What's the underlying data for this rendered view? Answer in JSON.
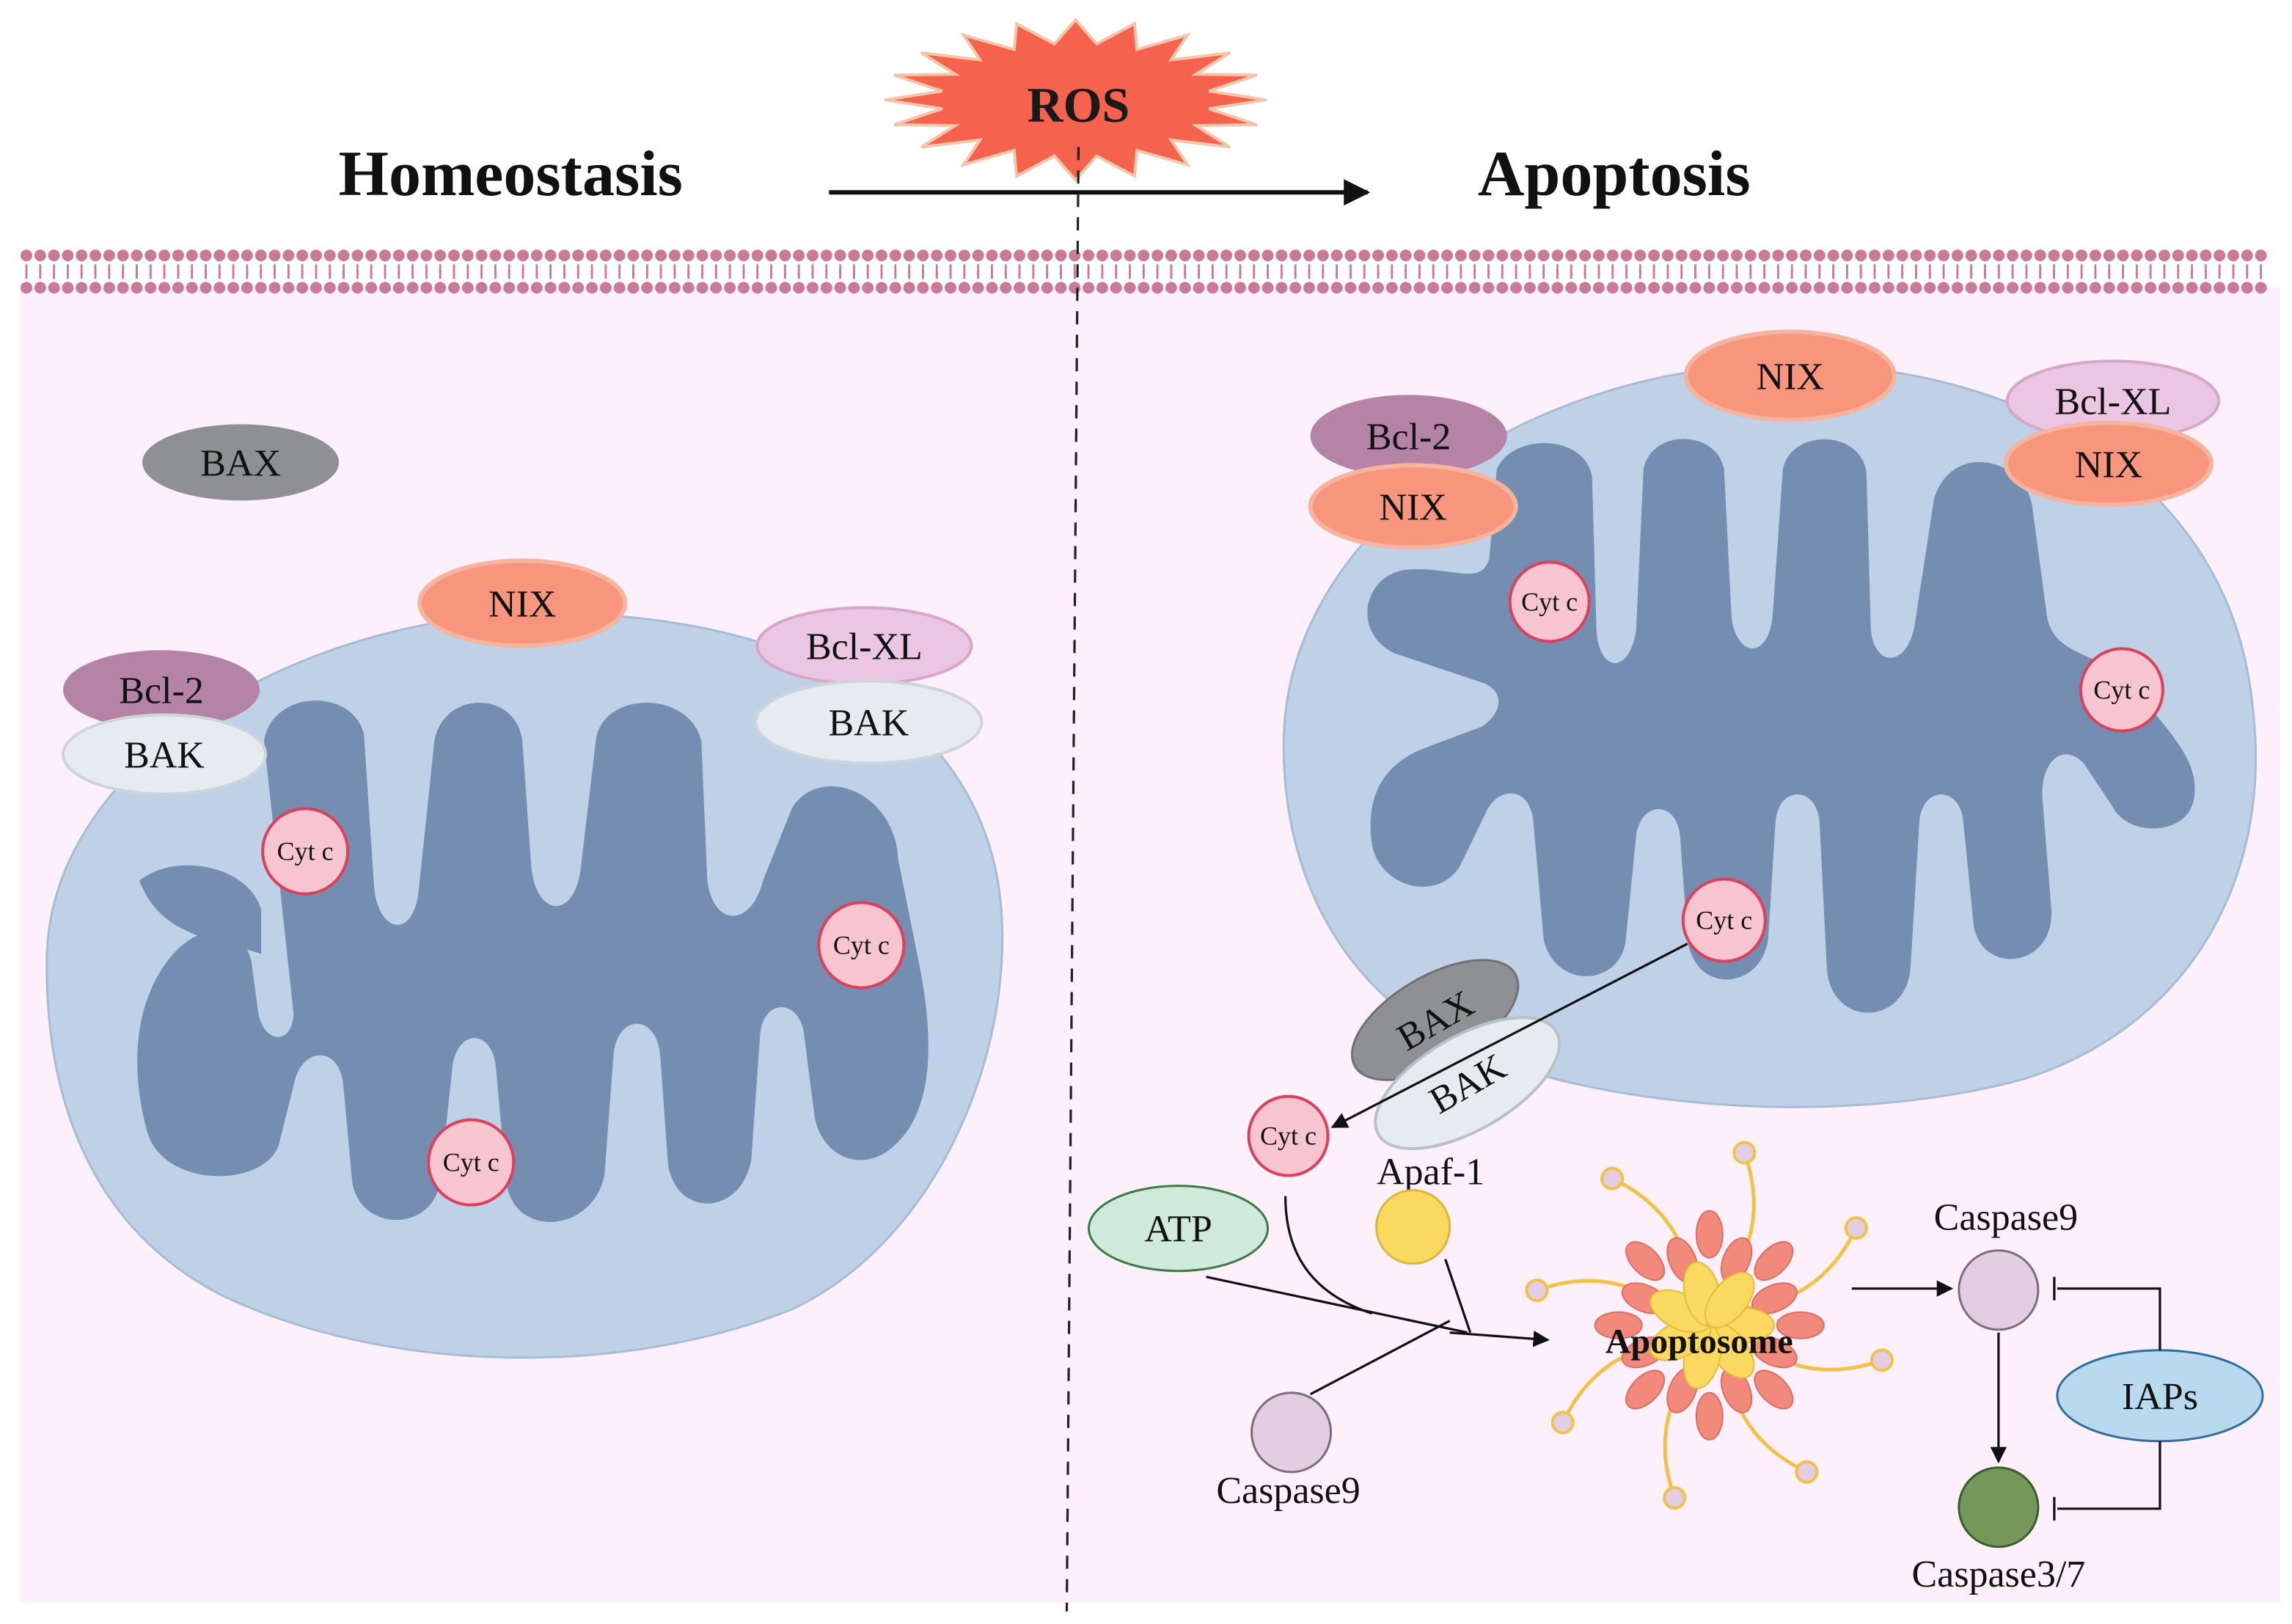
{
  "header": {
    "left_title": "Homeostasis",
    "right_title": "Apoptosis",
    "trigger": "ROS"
  },
  "homeostasis": {
    "bax": "BAX",
    "nix": "NIX",
    "bcl2": "Bcl-2",
    "bak_left": "BAK",
    "bclxl": "Bcl-XL",
    "bak_right": "BAK",
    "cytc": [
      "Cyt c",
      "Cyt c",
      "Cyt c"
    ]
  },
  "apoptosis": {
    "nix_top": "NIX",
    "bcl2": "Bcl-2",
    "nix_left": "NIX",
    "bclxl": "Bcl-XL",
    "nix_right": "NIX",
    "cytc": [
      "Cyt c",
      "Cyt c",
      "Cyt c",
      "Cyt c"
    ],
    "bax": "BAX",
    "bak": "BAK",
    "apaf1": "Apaf-1",
    "atp": "ATP",
    "caspase9_input": "Caspase9",
    "apoptosome": "Apoptosome",
    "caspase9_active": "Caspase9",
    "iaps": "IAPs",
    "caspase37": "Caspase3/7"
  },
  "colors": {
    "cell": "#fdf0fb",
    "membrane": "#c97a99",
    "mito_outer": "#bed1e6",
    "mito_inner": "#748db0",
    "ros": "#f5624d",
    "nix": "#f7967c",
    "bcl2": "#b583a6",
    "bclxl": "#eac6e2",
    "bak": "#e5ebee",
    "bax": "#8e9093",
    "cytc": "#f7c5d0",
    "atp": "#cfeadb",
    "apaf1": "#fbd960",
    "caspase9": "#e3cde3",
    "caspase37": "#74985a",
    "iaps": "#b8d9ee"
  }
}
